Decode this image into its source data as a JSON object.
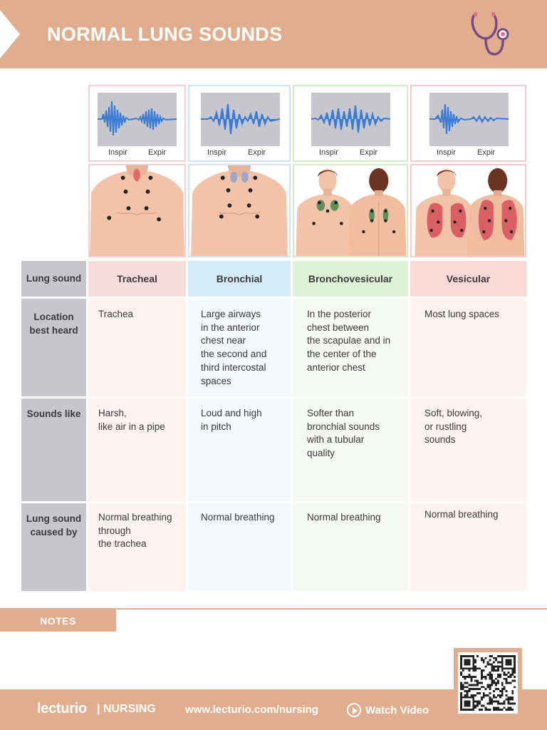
{
  "header": {
    "title": "NORMAL LUNG SOUNDS",
    "icon": "stethoscope-icon"
  },
  "waveform_labels": {
    "inspir": "Inspir",
    "expir": "Expir"
  },
  "colors": {
    "accent": "#e0ad8f",
    "tracheal_border": "#f2cfd2",
    "tracheal_head": "#f7dcdc",
    "tracheal_cell": "#fdf3f1",
    "bronchial_border": "#cfe3f4",
    "bronchial_head": "#d6ebf8",
    "bronchial_cell": "#f3f8fc",
    "bronchovesicular_border": "#d3ecc8",
    "bronchovesicular_head": "#def3d6",
    "bronchovesicular_cell": "#f4faf1",
    "vesicular_border": "#f3cbc8",
    "vesicular_head": "#fbd9d6",
    "vesicular_cell": "#fdf3f1",
    "row_label_bg": "#c6c6cc",
    "waveform": "#3a7bd5"
  },
  "table": {
    "header_label": "Lung sound",
    "row_labels": [
      "Location\nbest heard",
      "Sounds like",
      "Lung sound\ncaused by"
    ],
    "columns": [
      {
        "name": "Tracheal",
        "location": "Trachea",
        "sounds_like": "Harsh,\nlike air in a pipe",
        "caused_by": "Normal breathing\nthrough\nthe trachea"
      },
      {
        "name": "Bronchial",
        "location": "Large airways\nin the anterior\nchest near\nthe second and\nthird intercostal\nspaces",
        "sounds_like": "Loud and high\nin pitch",
        "caused_by": "Normal breathing"
      },
      {
        "name": "Bronchovesicular",
        "location": "In the posterior\nchest between\nthe scapulae and in\nthe center of the\nanterior chest",
        "sounds_like": "Softer than\nbronchial sounds\nwith a tubular\nquality",
        "caused_by": "Normal breathing"
      },
      {
        "name": "Vesicular",
        "location": "Most lung spaces",
        "sounds_like": "Soft, blowing,\nor rustling\nsounds",
        "caused_by": "Normal breathing"
      }
    ]
  },
  "notes": {
    "label": "NOTES"
  },
  "footer": {
    "logo": "lecturio",
    "section": "| NURSING",
    "url": "www.lecturio.com/nursing",
    "watch": "Watch Video"
  }
}
